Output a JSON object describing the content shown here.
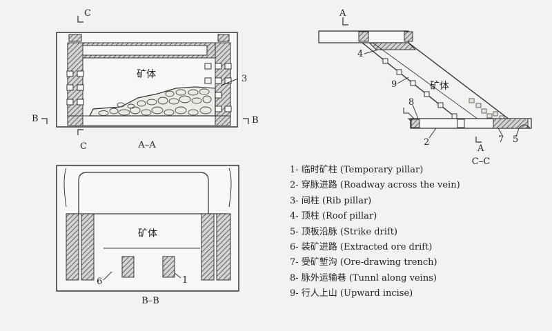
{
  "sections": {
    "aa": {
      "title": "A–A",
      "cut_left": "B",
      "cut_right": "B",
      "cut_top": "C",
      "cut_bottom": "C",
      "ore_label": "矿体",
      "callout_3": "3"
    },
    "cc": {
      "title": "C–C",
      "cut_top": "A",
      "cut_bottom": "A",
      "ore_label": "矿体",
      "callouts": {
        "c4": "4",
        "c9": "9",
        "c8": "8",
        "c2": "2",
        "c7": "7",
        "c5": "5"
      }
    },
    "bb": {
      "title": "B–B",
      "ore_label": "矿体",
      "callouts": {
        "c6": "6",
        "c1": "1"
      }
    }
  },
  "legend": [
    "1- 临时矿柱 (Temporary pillar)",
    "2- 穿脉进路 (Roadway across the vein)",
    "3- 间柱 (Rib pillar)",
    "4- 顶柱 (Roof pillar)",
    "5- 顶板沿脉 (Strike drift)",
    "6- 装矿进路 (Extracted ore drift)",
    "7- 受矿堑沟 (Ore-drawing trench)",
    "8- 脉外运输巷 (Tunnl along veins)",
    "9- 行人上山 (Upward incise)"
  ]
}
